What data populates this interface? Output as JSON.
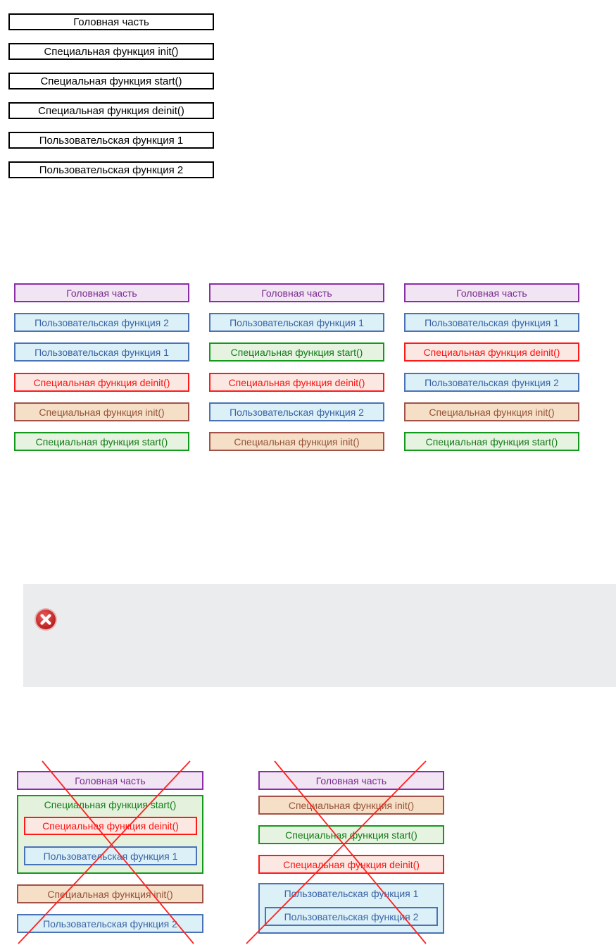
{
  "section1": {
    "items": [
      "Головная часть",
      "Специальная функция init()",
      "Специальная функция start()",
      "Специальная функция deinit()",
      "Пользовательская функция 1",
      "Пользовательская функция 2"
    ]
  },
  "section2": {
    "columns": [
      [
        "Головная часть",
        "Пользовательская функция 2",
        "Пользовательская функция 1",
        "Специальная функция deinit()",
        "Специальная функция init()",
        "Специальная функция start()"
      ],
      [
        "Головная часть",
        "Пользовательская функция 1",
        "Специальная функция start()",
        "Специальная функция deinit()",
        "Пользовательская функция 2",
        "Специальная функция init()"
      ],
      [
        "Головная часть",
        "Пользовательская функция 1",
        "Специальная функция deinit()",
        "Пользовательская функция 2",
        "Специальная функция init()",
        "Специальная функция start()"
      ]
    ]
  },
  "section3": {
    "left": {
      "head": "Головная часть",
      "start_outer": "Специальная функция start()",
      "deinit_inner": "Специальная функция deinit()",
      "user1_inner": "Пользовательская функция 1",
      "init": "Специальная функция init()",
      "user2": "Пользовательская функция 2"
    },
    "right": {
      "head": "Головная часть",
      "init": "Специальная функция init()",
      "start": "Специальная функция start()",
      "deinit": "Специальная функция deinit()",
      "user1_outer": "Пользовательская функция 1",
      "user2_inner": "Пользовательская функция 2"
    }
  },
  "colors": {
    "head": "#8b2da8",
    "user": "#4a72b6",
    "start": "#129a1a",
    "deinit": "#ff1a1a",
    "init": "#a3524a",
    "cross": "#ff2020",
    "error_icon": "#d42b2b"
  },
  "icons": {
    "error": "error-x-icon"
  }
}
